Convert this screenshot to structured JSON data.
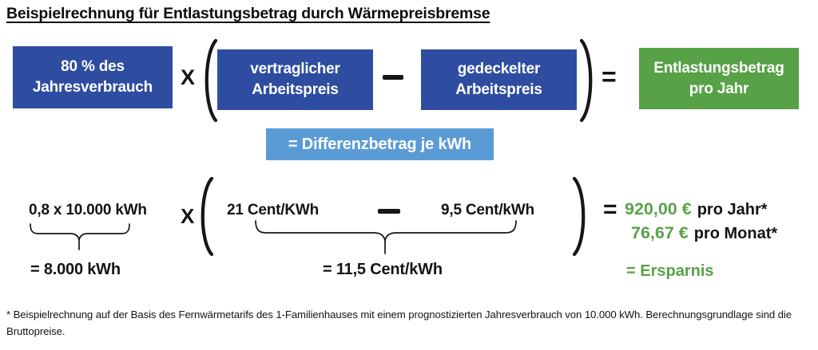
{
  "title": "Beispielrechnung für Entlastungsbetrag durch Wärmepreisbremse",
  "formula_row": {
    "consumption_box": {
      "line1": "80 % des",
      "line2": "Jahresverbrauch"
    },
    "multiply_sign": "X",
    "contract_box": {
      "line1": "vertraglicher",
      "line2": "Arbeitspreis"
    },
    "capped_box": {
      "line1": "gedeckelter",
      "line2": "Arbeitspreis"
    },
    "equals_sign": "=",
    "result_box": {
      "line1": "Entlastungsbetrag",
      "line2": "pro Jahr"
    },
    "difference_label": "= Differenzbetrag je kWh"
  },
  "example_row": {
    "consumption_value": "0,8 x 10.000 kWh",
    "multiply_sign": "X",
    "contract_value": "21 Cent/KWh",
    "capped_value": "9,5 Cent/kWh",
    "equals_sign": "=",
    "consumption_result": "= 8.000 kWh",
    "difference_result": "= 11,5 Cent/kWh",
    "result_year_value": "920,00 €",
    "result_year_suffix": "pro Jahr*",
    "result_month_value": "76,67 €",
    "result_month_suffix": "pro Monat*",
    "savings_label": "= Ersparnis"
  },
  "footnote": "* Beispielrechnung auf der Basis des Fernwärmetarifs des 1-Familienhauses mit einem prognostizierten Jahresverbrauch von 10.000 kWh. Berechnungsgrundlage sind die Bruttopreise.",
  "colors": {
    "dark_blue": "#2E4DA0",
    "green": "#57A147",
    "light_blue": "#5B9BD5",
    "text_green": "#5AA148"
  }
}
